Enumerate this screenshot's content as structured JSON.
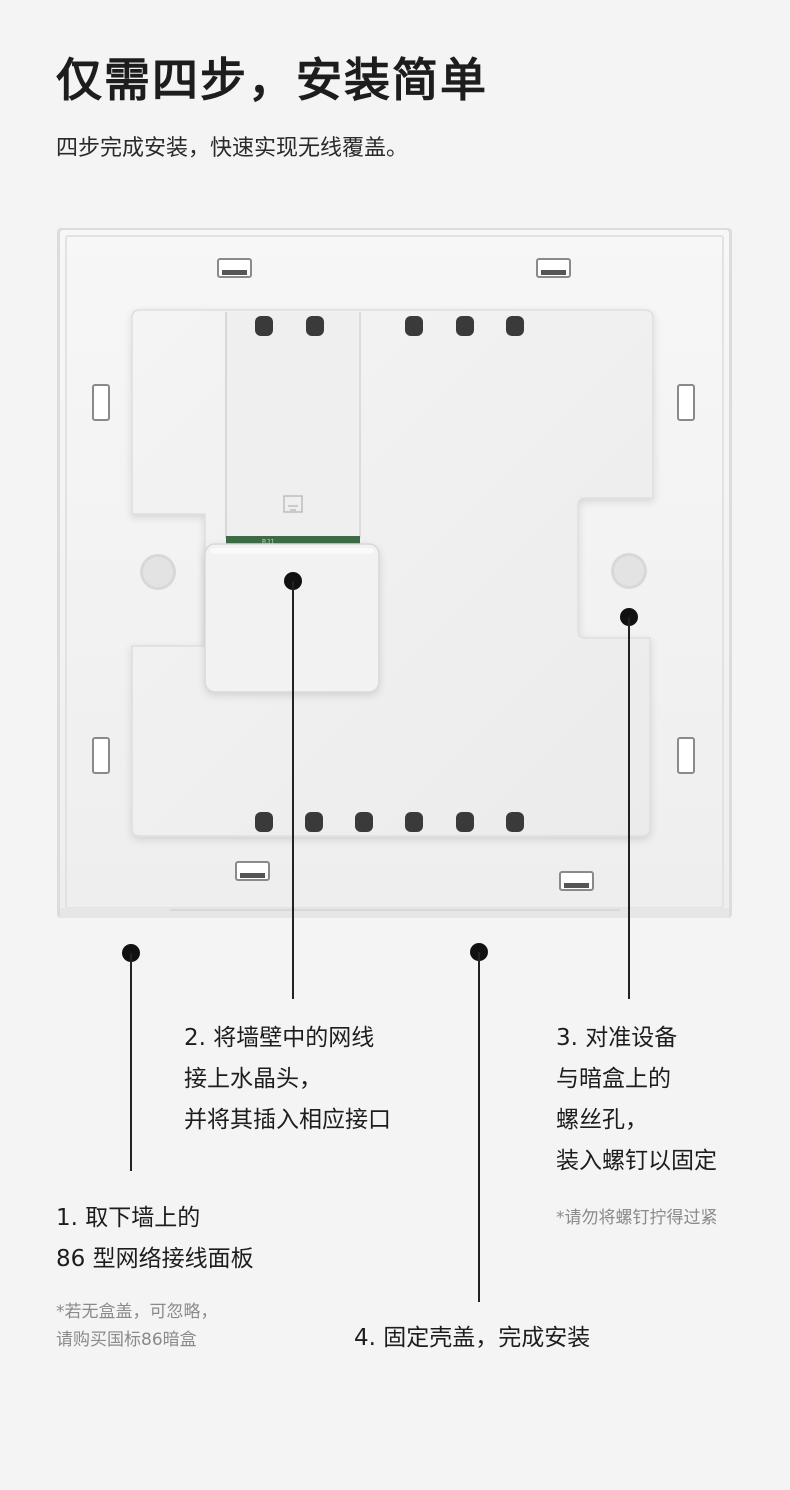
{
  "header": {
    "title": "仅需四步，安装简单",
    "subtitle": "四步完成安装，快速实现无线覆盖。"
  },
  "device": {
    "port_label": "RJ1"
  },
  "steps": {
    "step1": {
      "lines": [
        "1. 取下墙上的",
        "86 型网络接线面板"
      ]
    },
    "step2": {
      "lines": [
        "2. 将墙壁中的网线",
        "接上水晶头，",
        "并将其插入相应接口"
      ]
    },
    "step3": {
      "lines": [
        "3. 对准设备",
        "与暗盒上的",
        "螺丝孔，",
        "装入螺钉以固定"
      ]
    },
    "step4": {
      "lines": [
        "4. 固定壳盖，完成安装"
      ]
    }
  },
  "notes": {
    "note1": {
      "lines": [
        "*若无盒盖，可忽略，",
        "请购买国标86暗盒"
      ]
    },
    "note3": {
      "lines": [
        "*请勿将螺钉拧得过紧"
      ]
    }
  },
  "colors": {
    "background": "#f4f4f4",
    "text": "#1d1d1d",
    "note": "#8a8a8a",
    "marker": "#111111"
  }
}
